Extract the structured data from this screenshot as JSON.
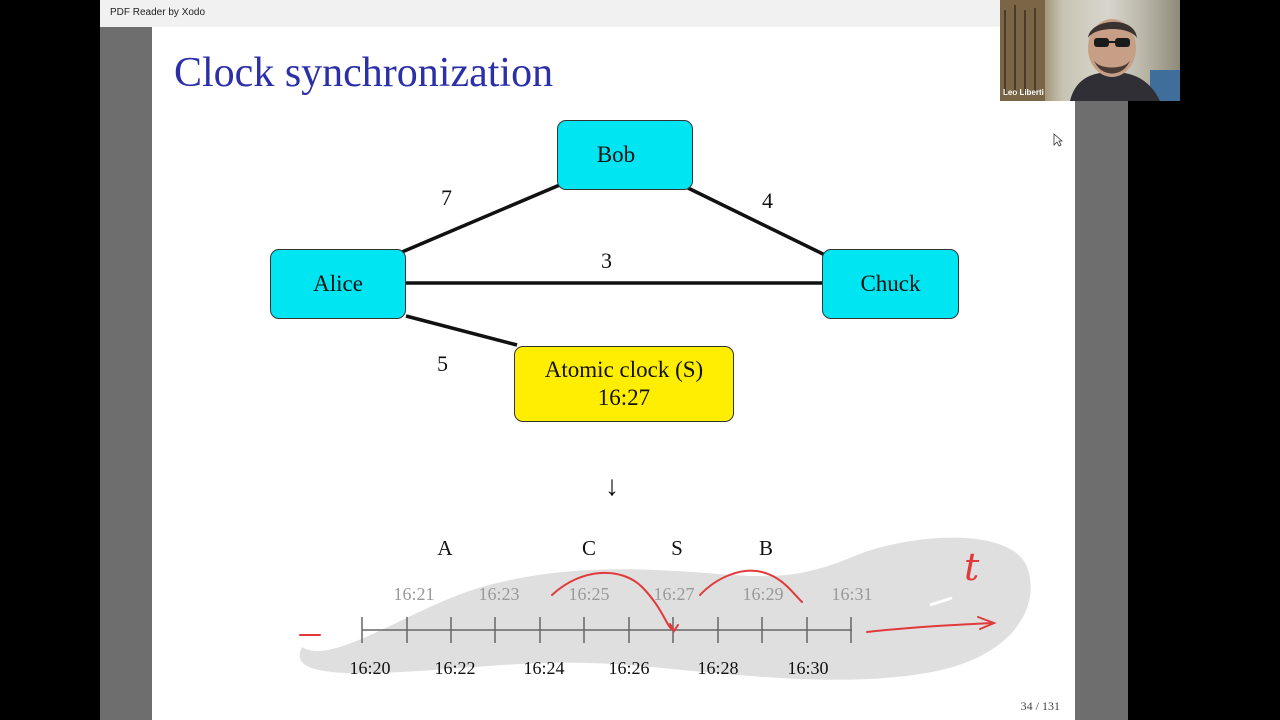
{
  "app": {
    "title": "PDF Reader by Xodo"
  },
  "slide": {
    "title": "Clock synchronization",
    "page_number": "34 / 131"
  },
  "graph": {
    "nodes": {
      "bob": "Bob",
      "alice": "Alice",
      "chuck": "Chuck",
      "atomic_clock_label": "Atomic clock (S)",
      "atomic_clock_time": "16:27"
    },
    "edge_weights": {
      "alice_bob": "7",
      "bob_chuck": "4",
      "alice_chuck": "3",
      "alice_atomic": "5"
    },
    "arrow": "↓"
  },
  "timeline": {
    "top_ticks": [
      "16:21",
      "16:23",
      "16:25",
      "16:27",
      "16:29",
      "16:31"
    ],
    "bottom_ticks": [
      "16:20",
      "16:22",
      "16:24",
      "16:26",
      "16:28",
      "16:30"
    ],
    "events": {
      "a": "A",
      "c": "C",
      "s": "S",
      "b": "B"
    },
    "annotation_t": "t"
  },
  "webcam": {
    "name": "Leo Liberti"
  },
  "colors": {
    "title": "#2b2fa8",
    "node_cyan": "#00e5f2",
    "node_yellow": "#ffee00",
    "ink_red": "#e03a3a",
    "highlight": "#d9d9d9"
  }
}
